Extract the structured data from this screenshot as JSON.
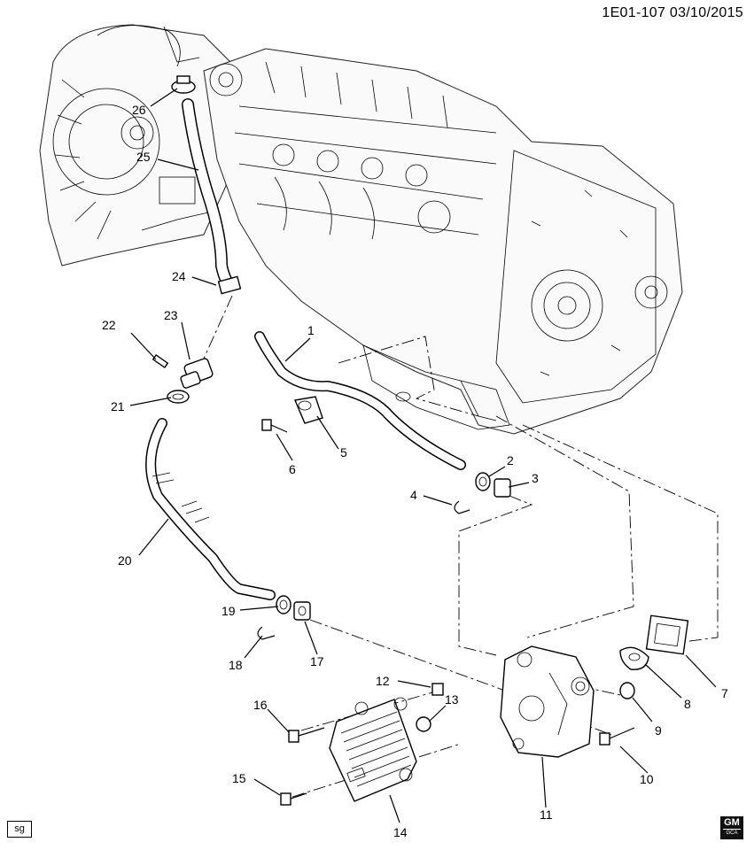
{
  "header": {
    "diagram_id": "1E01-107 03/10/2015"
  },
  "footer": {
    "sg_label": "sg",
    "logo_top": "GM",
    "logo_bottom": "GCA"
  },
  "callouts": {
    "c1": "1",
    "c2": "2",
    "c3": "3",
    "c4": "4",
    "c5": "5",
    "c6": "6",
    "c7": "7",
    "c8": "8",
    "c9": "9",
    "c10": "10",
    "c11": "11",
    "c12": "12",
    "c13": "13",
    "c14": "14",
    "c15": "15",
    "c16": "16",
    "c17": "17",
    "c18": "18",
    "c19": "19",
    "c20": "20",
    "c21": "21",
    "c22": "22",
    "c23": "23",
    "c24": "24",
    "c25": "25",
    "c26": "26"
  }
}
